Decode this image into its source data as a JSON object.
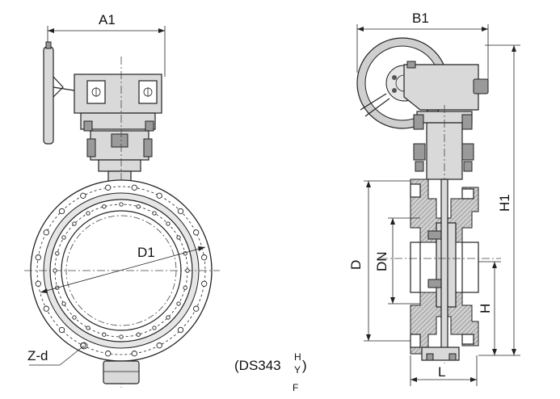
{
  "labels": {
    "a1": "A1",
    "b1": "B1",
    "h1": "H1",
    "d1": "D1",
    "d": "D",
    "dn": "DN",
    "h": "H",
    "l": "L",
    "zd": "Z-d"
  },
  "model": {
    "prefix": "(DS343",
    "sup": "H",
    "sub": "Y",
    "suffix": ")",
    "below": "F"
  }
}
